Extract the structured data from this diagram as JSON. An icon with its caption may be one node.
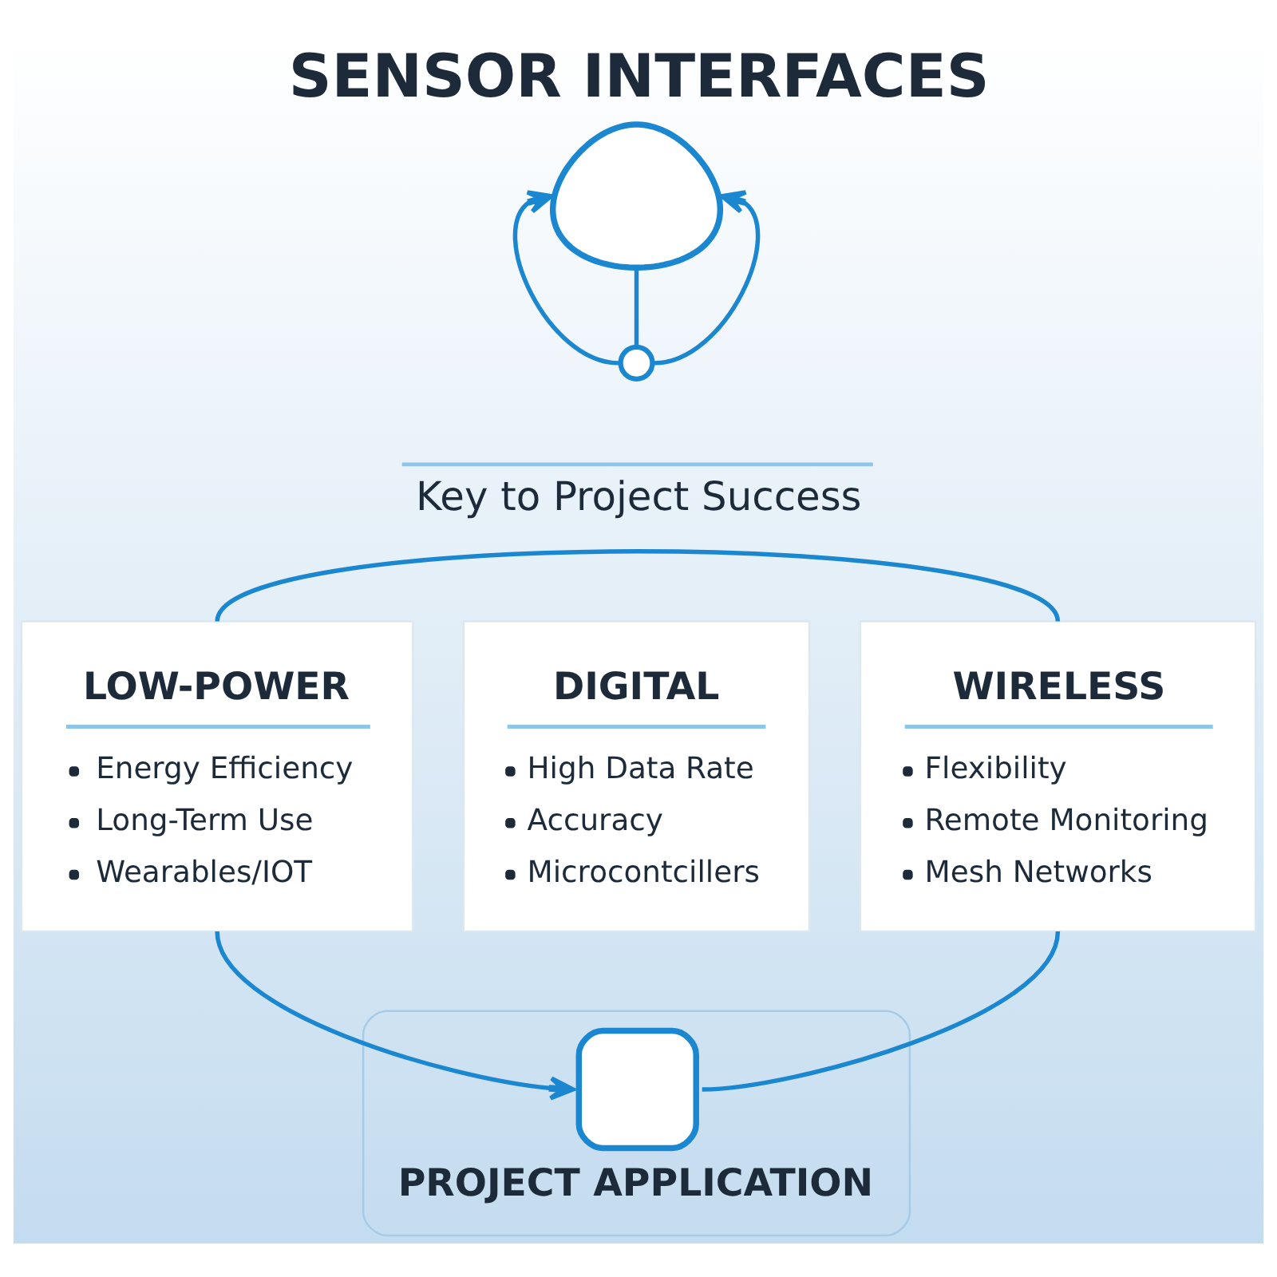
{
  "diagram": {
    "title": "SENSOR INTERFACES",
    "nodes": [
      {
        "text": [],
        "shape": "picture"
      },
      {
        "text": [],
        "shape": "circle"
      },
      {
        "text": [
          "LOW-POWER",
          "Energy Efficiency",
          "Long-Term Use",
          "Wearables/IOT"
        ]
      },
      {
        "text": [
          "DIGITAL",
          "High Data Rate",
          "Accuracy",
          "Microcontcillers"
        ]
      },
      {
        "text": [
          "WIRELESS",
          "Flexibility",
          "Remote Monitoring",
          "Mesh Networks"
        ]
      },
      {
        "text": [
          "PROJECT APPLICATION"
        ]
      }
    ],
    "edges": [
      {
        "from": 0,
        "to": 1,
        "arrow": "none"
      },
      {
        "from": 1,
        "to": 0,
        "arrow": "to"
      },
      {
        "from": 1,
        "to": 0,
        "arrow": "to"
      },
      {
        "from": 2,
        "to": 4,
        "arrow": "none"
      },
      {
        "from": 2,
        "to": 5,
        "arrow": "to"
      },
      {
        "from": 4,
        "to": 5,
        "arrow": "none"
      }
    ],
    "labels": [
      "Key to Project Success"
    ]
  }
}
